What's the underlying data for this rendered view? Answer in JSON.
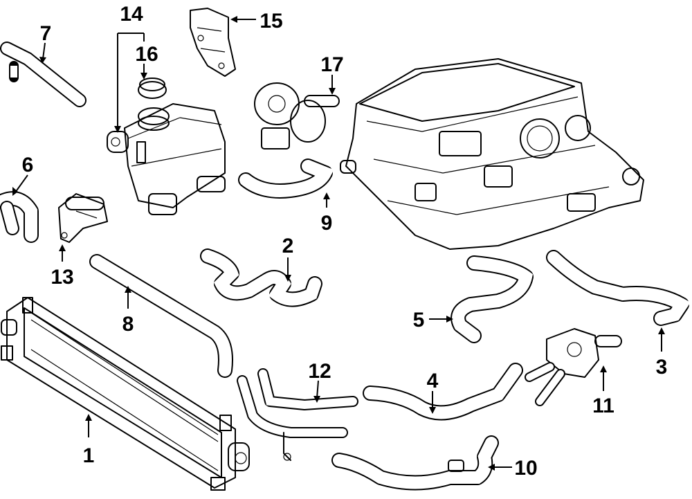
{
  "diagram": {
    "callouts": [
      {
        "id": "1",
        "text": "1"
      },
      {
        "id": "2",
        "text": "2"
      },
      {
        "id": "3",
        "text": "3"
      },
      {
        "id": "4",
        "text": "4"
      },
      {
        "id": "5",
        "text": "5"
      },
      {
        "id": "6",
        "text": "6"
      },
      {
        "id": "7",
        "text": "7"
      },
      {
        "id": "8",
        "text": "8"
      },
      {
        "id": "9",
        "text": "9"
      },
      {
        "id": "10",
        "text": "10"
      },
      {
        "id": "11",
        "text": "11"
      },
      {
        "id": "12",
        "text": "12"
      },
      {
        "id": "13",
        "text": "13"
      },
      {
        "id": "14",
        "text": "14"
      },
      {
        "id": "15",
        "text": "15"
      },
      {
        "id": "16",
        "text": "16"
      },
      {
        "id": "17",
        "text": "17"
      }
    ],
    "colors": {
      "line": "#000000",
      "background": "#ffffff"
    }
  }
}
